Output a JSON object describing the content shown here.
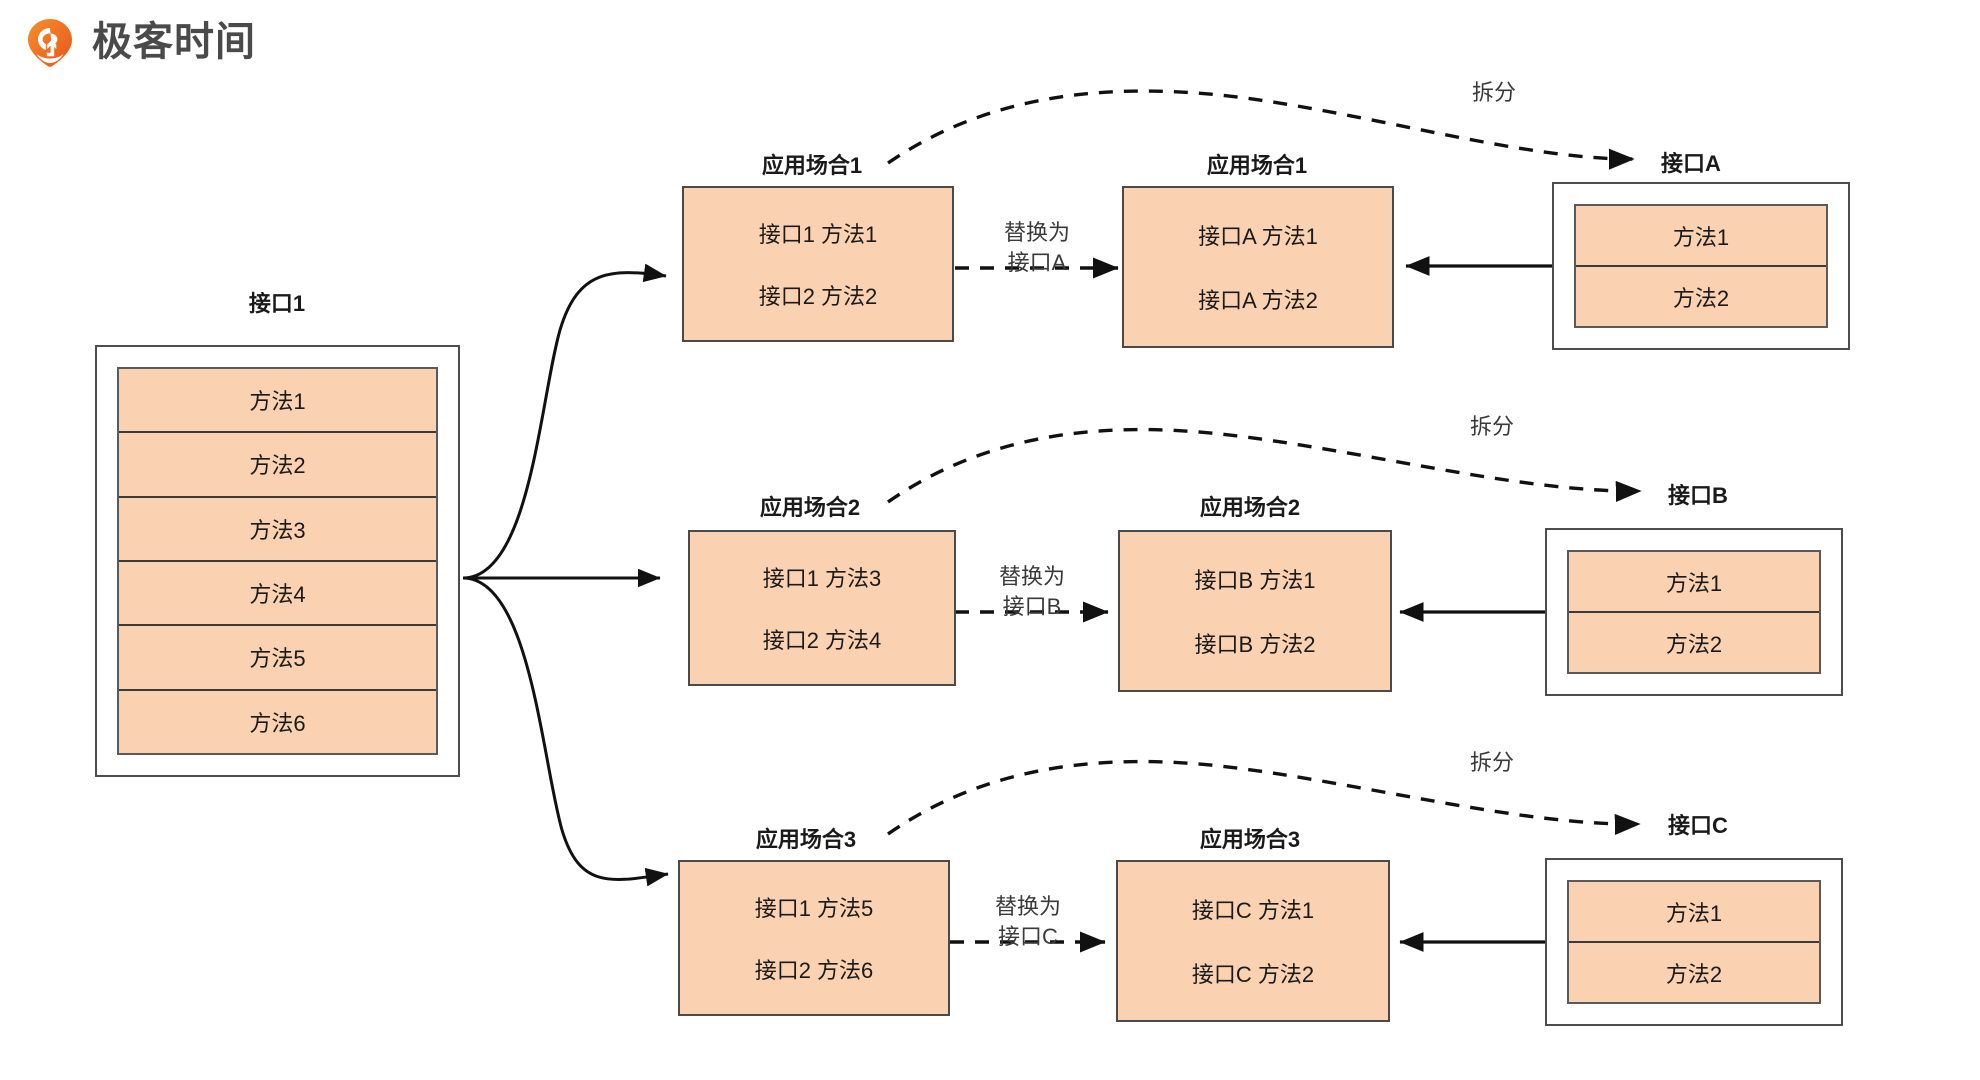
{
  "brand": {
    "wordmark": "极客时间",
    "logo_icon": "geektime-logo-icon",
    "logo_color": "#ef6a1d"
  },
  "palette": {
    "fill": "#fad2b1",
    "stroke": "#4a4a4a",
    "text": "#1a1a1a"
  },
  "source": {
    "caption": "接口1",
    "methods": [
      "方法1",
      "方法2",
      "方法3",
      "方法4",
      "方法5",
      "方法6"
    ]
  },
  "rows": [
    {
      "before": {
        "caption": "应用场合1",
        "lines": [
          "接口1 方法1",
          "接口2 方法2"
        ]
      },
      "replace_label": [
        "替换为",
        "接口A"
      ],
      "after": {
        "caption": "应用场合1",
        "lines": [
          "接口A 方法1",
          "接口A 方法2"
        ]
      },
      "split_label": "拆分",
      "target": {
        "caption": "接口A",
        "methods": [
          "方法1",
          "方法2"
        ]
      }
    },
    {
      "before": {
        "caption": "应用场合2",
        "lines": [
          "接口1 方法3",
          "接口2 方法4"
        ]
      },
      "replace_label": [
        "替换为",
        "接口B"
      ],
      "after": {
        "caption": "应用场合2",
        "lines": [
          "接口B 方法1",
          "接口B 方法2"
        ]
      },
      "split_label": "拆分",
      "target": {
        "caption": "接口B",
        "methods": [
          "方法1",
          "方法2"
        ]
      }
    },
    {
      "before": {
        "caption": "应用场合3",
        "lines": [
          "接口1 方法5",
          "接口2 方法6"
        ]
      },
      "replace_label": [
        "替换为",
        "接口C"
      ],
      "after": {
        "caption": "应用场合3",
        "lines": [
          "接口C 方法1",
          "接口C 方法2"
        ]
      },
      "split_label": "拆分",
      "target": {
        "caption": "接口C",
        "methods": [
          "方法1",
          "方法2"
        ]
      }
    }
  ]
}
